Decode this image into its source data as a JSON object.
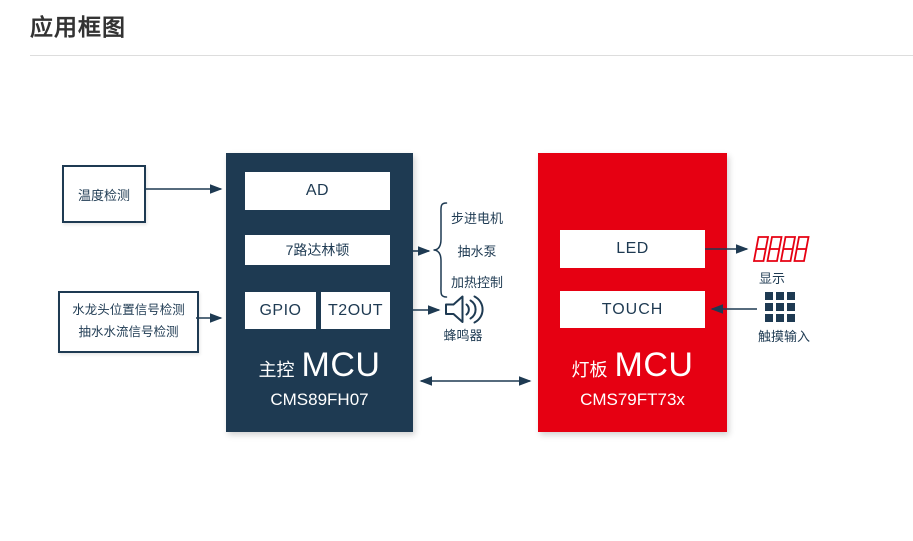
{
  "page": {
    "title": "应用框图"
  },
  "colors": {
    "navy": "#1E3A52",
    "red": "#E60012",
    "title_text": "#333333",
    "divider": "#DDDDDD"
  },
  "inputs": {
    "temperature": {
      "label": "温度检测"
    },
    "water": {
      "line1": "水龙头位置信号检测",
      "line2": "抽水水流信号检测"
    }
  },
  "main_mcu": {
    "role": "主控",
    "type": "MCU",
    "part_number": "CMS89FH07",
    "modules": {
      "ad": "AD",
      "darlington": "7路达林顿",
      "gpio": "GPIO",
      "t2out": "T2OUT"
    }
  },
  "panel_mcu": {
    "role": "灯板",
    "type": "MCU",
    "part_number": "CMS79FT73x",
    "modules": {
      "led": "LED",
      "touch": "TOUCH"
    }
  },
  "peripherals": {
    "darlington_loads": [
      "步进电机",
      "抽水泵",
      "加热控制"
    ],
    "buzzer": "蜂鸣器",
    "display": "显示",
    "touch_input": "触摸输入"
  }
}
